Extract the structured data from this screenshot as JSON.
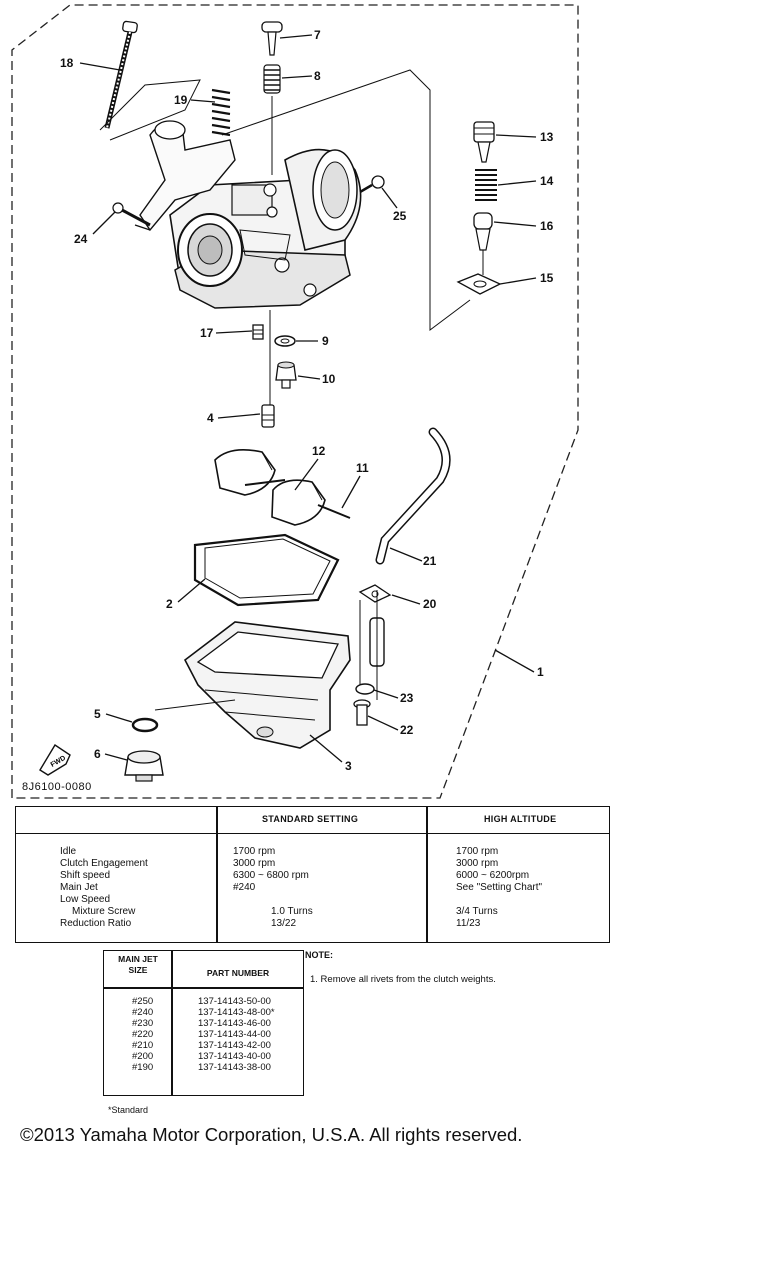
{
  "callouts": [
    "18",
    "7",
    "8",
    "19",
    "13",
    "14",
    "16",
    "15",
    "24",
    "25",
    "17",
    "9",
    "10",
    "4",
    "12",
    "11",
    "21",
    "2",
    "20",
    "1",
    "23",
    "22",
    "5",
    "6",
    "3"
  ],
  "fig_code": "8J6100-0080",
  "fwd_label": "FWD",
  "settings_table": {
    "headers": [
      "STANDARD SETTING",
      "HIGH ALTITUDE"
    ],
    "rows": [
      {
        "label": "Idle",
        "standard": "1700 rpm",
        "high": "1700 rpm"
      },
      {
        "label": "Clutch Engagement",
        "standard": "3000 rpm",
        "high": "3000 rpm"
      },
      {
        "label": "Shift speed",
        "standard": "6300 ~ 6800 rpm",
        "high": "6000 ~ 6200rpm"
      },
      {
        "label": "Main Jet",
        "standard": "#240",
        "high": "See \"Setting Chart\""
      },
      {
        "label": "Low Speed",
        "standard": "",
        "high": ""
      },
      {
        "label": "Mixture Screw",
        "standard": "1.0 Turns",
        "high": "3/4 Turns"
      },
      {
        "label": "Reduction Ratio",
        "standard": "13/22",
        "high": "11/23"
      }
    ]
  },
  "jet_table": {
    "header_size": "MAIN JET SIZE",
    "header_part": "PART NUMBER",
    "rows": [
      {
        "size": "#250",
        "part": "137-14143-50-00"
      },
      {
        "size": "#240",
        "part": "137-14143-48-00*"
      },
      {
        "size": "#230",
        "part": "137-14143-46-00"
      },
      {
        "size": "#220",
        "part": "137-14143-44-00"
      },
      {
        "size": "#210",
        "part": "137-14143-42-00"
      },
      {
        "size": "#200",
        "part": "137-14143-40-00"
      },
      {
        "size": "#190",
        "part": "137-14143-38-00"
      }
    ]
  },
  "note": {
    "title": "NOTE:",
    "text": "1. Remove all rivets from the clutch weights."
  },
  "standard_note": "*Standard",
  "copyright": "©2013 Yamaha Motor Corporation, U.S.A. All rights reserved."
}
